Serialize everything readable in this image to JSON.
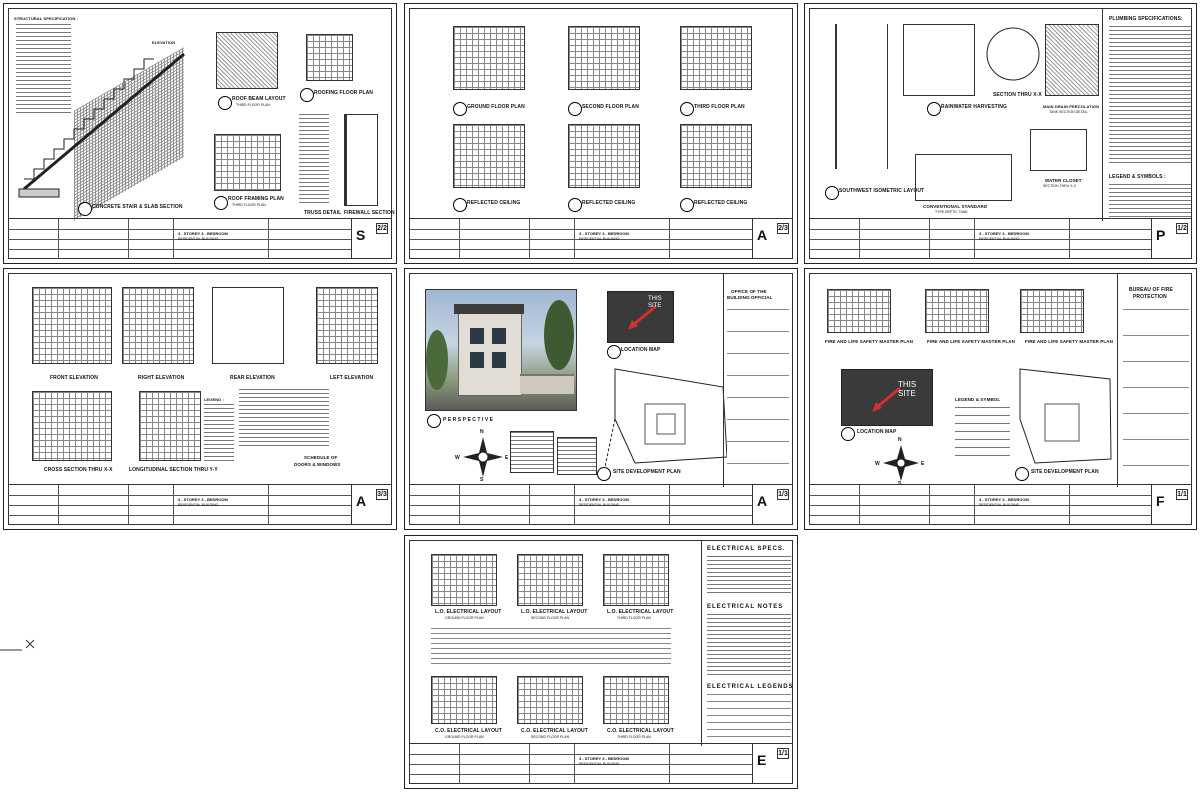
{
  "sheets": {
    "s": {
      "code_letter": "S",
      "code_number": "2/2",
      "project_title": "3 - STOREY 3 - BEDROOM",
      "project_subtitle": "RESIDENTIAL BUILDING",
      "titles": {
        "stair": "CONCRETE STAIR & SLAB SECTION",
        "roofbeam": "ROOF BEAM LAYOUT",
        "roofbeam_sub": "THIRD FLOOR PLAN",
        "roofing": "ROOFING FLOOR PLAN",
        "roofframing": "ROOF FRAMING PLAN",
        "roofframing_sub": "THIRD FLOOR PLAN",
        "truss": "TRUSS DETAIL",
        "firewall": "FIREWALL SECTION",
        "spec": "STRUCTURAL SPECIFICATION :",
        "elevation": "ELEVATION"
      }
    },
    "a2": {
      "code_letter": "A",
      "code_number": "2/3",
      "project_title": "3 - STOREY 3 - BEDROOM",
      "project_subtitle": "RESIDENTIAL BUILDING",
      "titles": {
        "ground": "GROUND FLOOR PLAN",
        "second": "SECOND FLOOR PLAN",
        "third": "THIRD FLOOR PLAN",
        "rc1": "REFLECTED CEILING",
        "rc2": "REFLECTED CEILING",
        "rc3": "REFLECTED CEILING"
      }
    },
    "p": {
      "code_letter": "P",
      "code_number": "1/2",
      "project_title": "3 - STOREY 3 - BEDROOM",
      "project_subtitle": "RESIDENTIAL BUILDING",
      "titles": {
        "specs": "PLUMBING SPECIFICATIONS:",
        "rainwater": "RAINWATER HARVESTING",
        "section_xx": "SECTION THRU X-X",
        "perc": "MAIN DRAIN PERCOLATION",
        "perc_sub": "TANK SECTION DETAIL",
        "iso": "SOUTHWEST ISOMETRIC LAYOUT",
        "septic": "CONVENTIONAL STANDARD",
        "septic_sub": "TYPE SEPTIC TANK",
        "closet": "WATER CLOSET",
        "closet_sub": "SECTION THRU X-X",
        "legend": "LEGEND & SYMBOLS :"
      }
    },
    "a3": {
      "code_letter": "A",
      "code_number": "3/3",
      "project_title": "3 - STOREY 3 - BEDROOM",
      "project_subtitle": "RESIDENTIAL BUILDING",
      "titles": {
        "front": "FRONT ELEVATION",
        "right": "RIGHT ELEVATION",
        "rear": "REAR ELEVATION",
        "left": "LEFT ELEVATION",
        "cross": "CROSS SECTION THRU X-X",
        "long": "LONGITUDINAL SECTION THRU Y-Y",
        "schedule": "SCHEDULE OF",
        "schedule_sub": "DOORS & WINDOWS",
        "legend": "LEGEND :"
      }
    },
    "a1": {
      "code_letter": "A",
      "code_number": "1/3",
      "project_title": "3 - STOREY 3 - BEDROOM",
      "project_subtitle": "RESIDENTIAL BUILDING",
      "titles": {
        "perspective": "PERSPECTIVE",
        "location": "LOCATION MAP",
        "site": "SITE DEVELOPMENT PLAN",
        "this_site": "THIS SITE",
        "office_line1": "OFFICE OF THE",
        "office_line2": "BUILDING OFFICIAL"
      }
    },
    "f": {
      "code_letter": "F",
      "code_number": "1/1",
      "project_title": "3 - STOREY 3 - BEDROOM",
      "project_subtitle": "RESIDENTIAL BUILDING",
      "titles": {
        "fire1": "FIRE AND LIFE SAFETY MASTER PLAN",
        "fire2": "FIRE AND LIFE SAFETY MASTER PLAN",
        "fire3": "FIRE AND LIFE SAFETY MASTER PLAN",
        "location": "LOCATION MAP",
        "site": "SITE DEVELOPMENT PLAN",
        "this_site": "THIS SITE",
        "bureau_line1": "BUREAU OF FIRE",
        "bureau_line2": "PROTECTION",
        "legend": "LEGEND & SYMBOL"
      }
    },
    "e": {
      "code_letter": "E",
      "code_number": "1/1",
      "project_title": "3 - STOREY 3 - BEDROOM",
      "project_subtitle": "RESIDENTIAL BUILDING",
      "titles": {
        "lo1": "L.O. ELECTRICAL LAYOUT",
        "lo2": "L.O. ELECTRICAL LAYOUT",
        "lo3": "L.O. ELECTRICAL LAYOUT",
        "co1": "C.O. ELECTRICAL LAYOUT",
        "co2": "C.O. ELECTRICAL LAYOUT",
        "co3": "C.O. ELECTRICAL LAYOUT",
        "lo1_sub": "GROUND FLOOR PLAN",
        "lo2_sub": "SECOND FLOOR PLAN",
        "lo3_sub": "THIRD FLOOR PLAN",
        "co1_sub": "GROUND FLOOR PLAN",
        "co2_sub": "SECOND FLOOR PLAN",
        "co3_sub": "THIRD FLOOR PLAN",
        "specs": "ELECTRICAL SPECS.",
        "notes": "ELECTRICAL NOTES",
        "legends": "ELECTRICAL LEGENDS"
      }
    }
  },
  "compass": {
    "n": "N",
    "s": "S",
    "e": "E",
    "w": "W"
  },
  "colors": {
    "sheet_border": "#222222",
    "photo_sky": "#9fb7d2",
    "map_dark": "#3a3a3a",
    "marker_red": "#d0312d"
  }
}
